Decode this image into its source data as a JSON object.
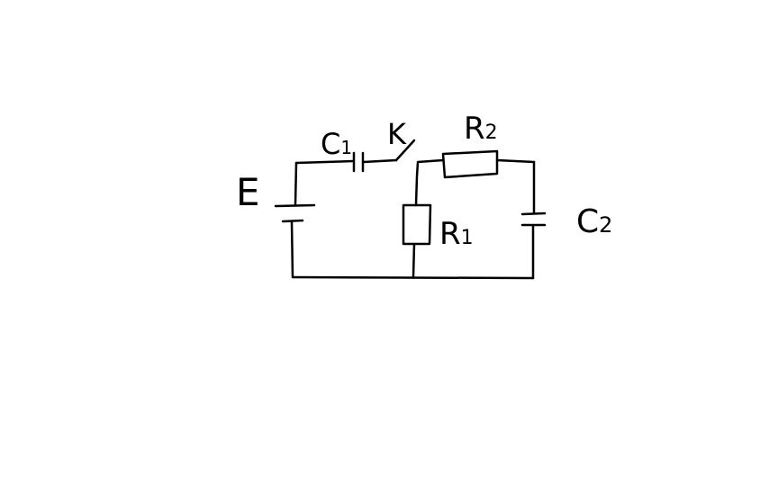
{
  "labels": {
    "emf": "E",
    "c1": "C",
    "c1_sub": "1",
    "switch": "K",
    "r2": "R",
    "r2_sub": "2",
    "r1": "R",
    "r1_sub": "1",
    "c2": "C",
    "c2_sub": "2"
  },
  "switch_state": "open",
  "colors": {
    "ink": "#000000",
    "background": "#ffffff"
  }
}
